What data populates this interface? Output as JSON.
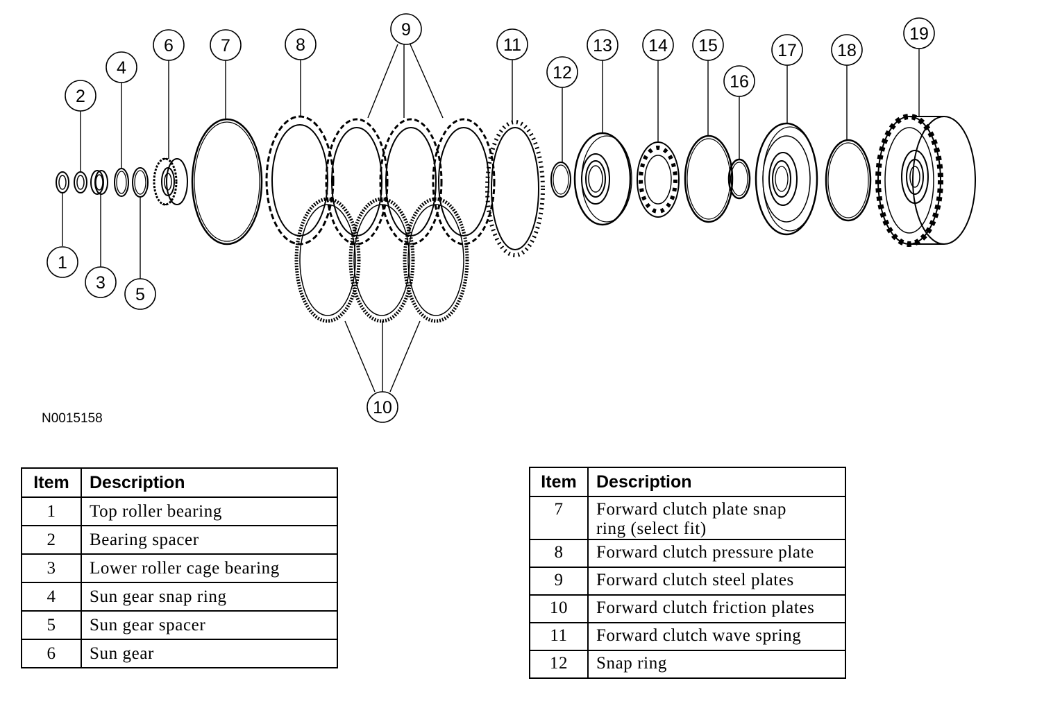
{
  "figure": {
    "id": "N0015158",
    "callouts": [
      "1",
      "2",
      "3",
      "4",
      "5",
      "6",
      "7",
      "8",
      "9",
      "10",
      "11",
      "12",
      "13",
      "14",
      "15",
      "16",
      "17",
      "18",
      "19"
    ]
  },
  "legend_left": {
    "header": {
      "item": "Item",
      "description": "Description"
    },
    "rows": [
      {
        "item": "1",
        "description": "Top roller bearing"
      },
      {
        "item": "2",
        "description": "Bearing spacer"
      },
      {
        "item": "3",
        "description": "Lower roller cage bearing"
      },
      {
        "item": "4",
        "description": "Sun gear snap ring"
      },
      {
        "item": "5",
        "description": "Sun gear spacer"
      },
      {
        "item": "6",
        "description": "Sun gear"
      }
    ]
  },
  "legend_right": {
    "header": {
      "item": "Item",
      "description": "Description"
    },
    "rows": [
      {
        "item": "7",
        "description": "Forward clutch plate snap ring (select fit)"
      },
      {
        "item": "8",
        "description": "Forward clutch pressure plate"
      },
      {
        "item": "9",
        "description": "Forward clutch steel plates"
      },
      {
        "item": "10",
        "description": "Forward clutch friction plates"
      },
      {
        "item": "11",
        "description": "Forward clutch wave spring"
      },
      {
        "item": "12",
        "description": "Snap ring"
      }
    ]
  }
}
